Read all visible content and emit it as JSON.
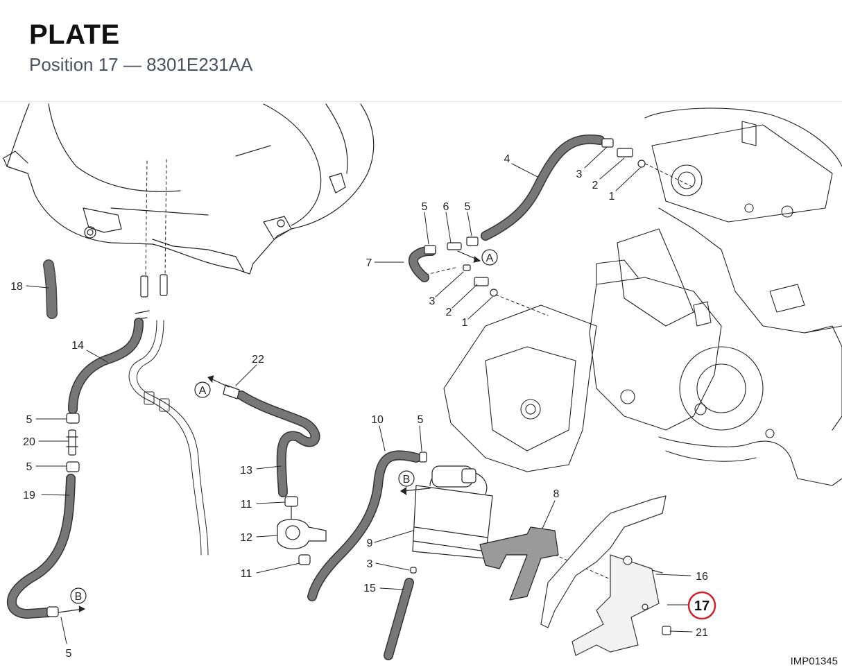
{
  "header": {
    "title": "PLATE",
    "subtitle": "Position 17 — 8301E231AA"
  },
  "diagram": {
    "reference_code": "IMP01345",
    "highlight_color": "#d0202a",
    "highlighted_position": "17",
    "callouts": [
      "1",
      "2",
      "3",
      "4",
      "5",
      "6",
      "7",
      "8",
      "9",
      "10",
      "11",
      "12",
      "13",
      "14",
      "15",
      "16",
      "17",
      "18",
      "19",
      "20",
      "21",
      "22"
    ],
    "markers": [
      "A",
      "B"
    ]
  }
}
